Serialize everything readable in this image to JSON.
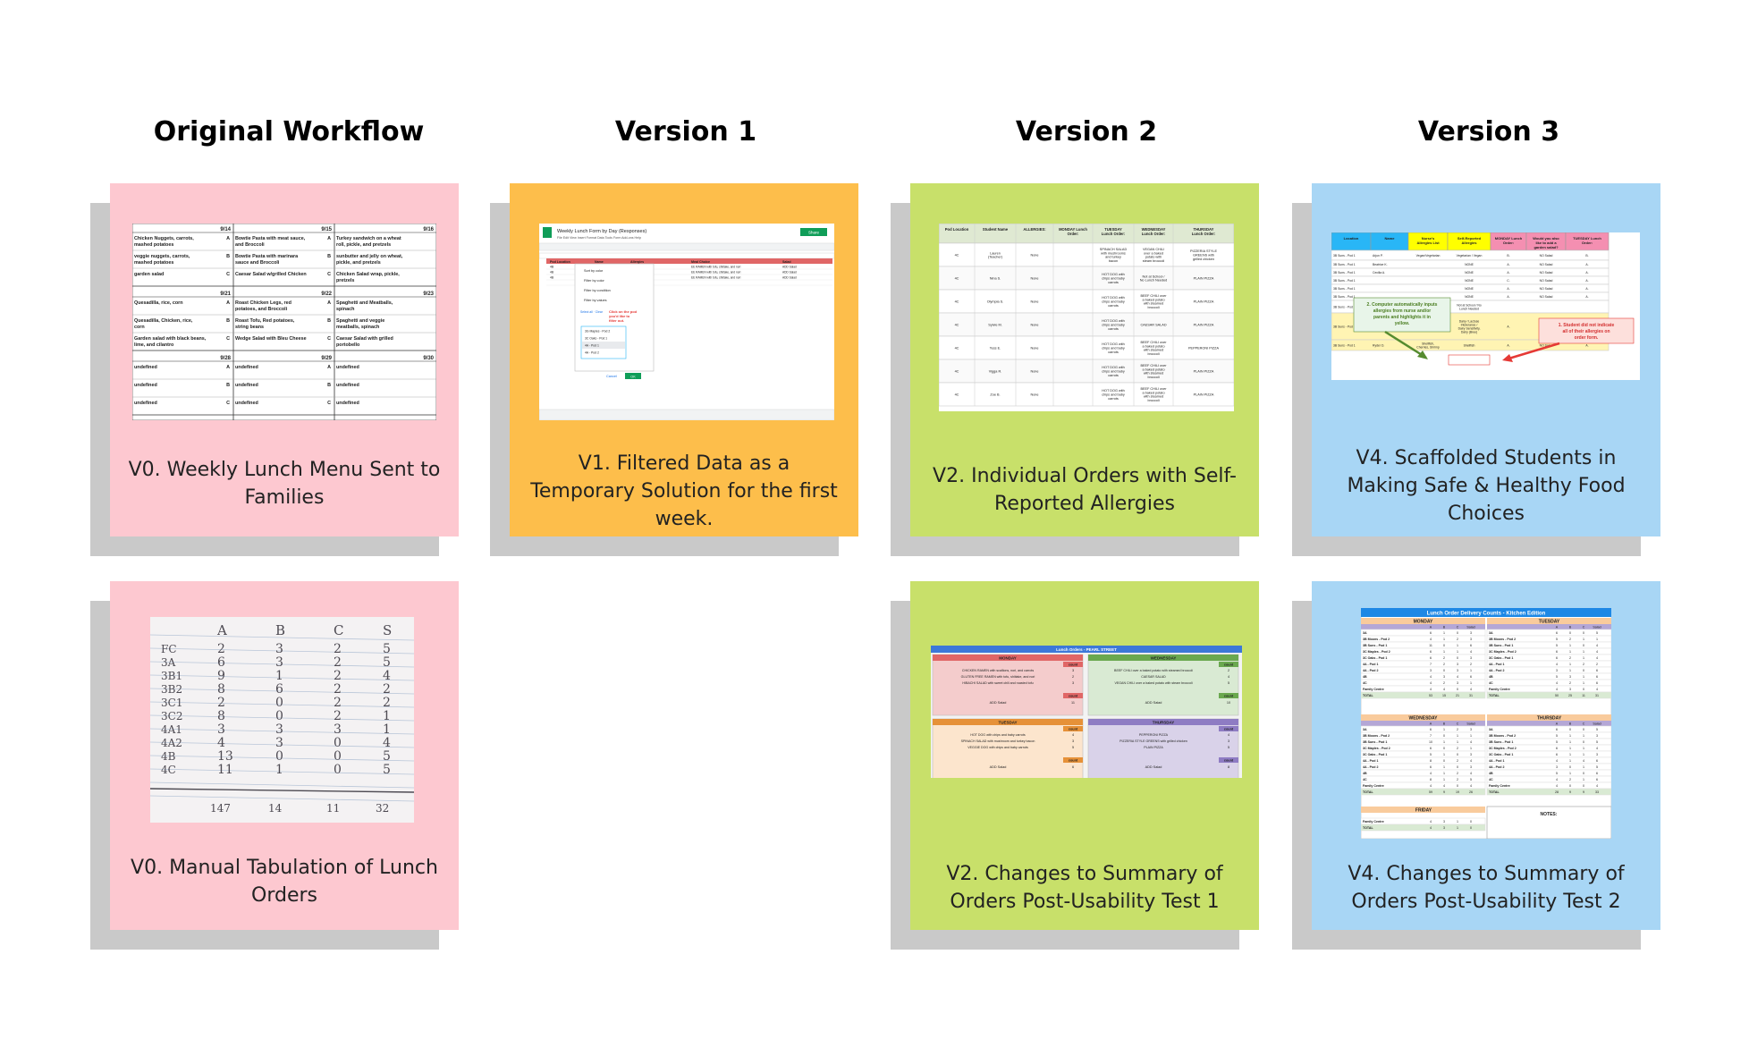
{
  "columns": [
    {
      "title": "Original Workflow"
    },
    {
      "title": "Version 1"
    },
    {
      "title": "Version 2"
    },
    {
      "title": "Version 3"
    }
  ],
  "cards": {
    "v0_menu": {
      "caption": "V0. Weekly Lunch Menu Sent to Families",
      "color": "#fdc8d0"
    },
    "v1_filter": {
      "caption": "V1. Filtered Data as a Temporary Solution for the first week.",
      "color": "#fdbe4b"
    },
    "v2_orders": {
      "caption": "V2. Individual Orders with Self-Reported Allergies",
      "color": "#c8e06a"
    },
    "v4_scaffold": {
      "caption": "V4. Scaffolded Students in Making Safe & Healthy Food Choices",
      "color": "#a8d6f5"
    },
    "v0_manual": {
      "caption": "V0. Manual Tabulation of Lunch Orders",
      "color": "#fdc8d0"
    },
    "v2_summary": {
      "caption": "V2. Changes to Summary of Orders Post-Usability Test 1",
      "color": "#c8e06a"
    },
    "v4_summary": {
      "caption": "V4. Changes to Summary of Orders Post-Usability Test 2",
      "color": "#a8d6f5"
    }
  },
  "thumbnails": {
    "menu": {
      "dates": [
        "9/14",
        "9/15",
        "9/16",
        "9/21",
        "9/22",
        "9/23",
        "9/28",
        "9/29",
        "9/30"
      ],
      "items": [
        "Chicken Nuggets, carrots, mashed potatoes",
        "Bowtie Pasta with meat sauce, and Broccoli",
        "Turkey sandwich on a wheat roll, pickle, and pretzels",
        "veggie nuggets, carrots, mashed potatoes",
        "Bowtie Pasta with marinara sauce and Broccoli",
        "sunbutter and jelly on wheat, pickle, and pretzels",
        "garden salad",
        "Caesar Salad w/grilled Chicken",
        "Chicken Salad wrap, pickle, pretzels",
        "Quesadilla, rice, corn",
        "Roast Chicken Legs, red potatoes, and Broccoli",
        "Spaghetti and Meatballs, spinach",
        "Quesadilla, Chicken, rice, corn",
        "Roast Tofu, Red potatoes, string beans",
        "Spaghetti and veggie meatballs, spinach",
        "Garden salad with black beans, lime, and cilantro",
        "Wedge Salad with Bleu Cheese",
        "Caesar Salad with grilled portobello"
      ]
    },
    "filter": {
      "sheet_title": "Weekly Lunch Form by Day (Responses)",
      "share": "Share",
      "menu_items": [
        "Sort by color",
        "Filter by color",
        "Filter by condition",
        "Filter by values"
      ],
      "select_all": "Select all · Clear",
      "options": [
        "3G Maples - Pod 2",
        "3C Oaks - Pod 1",
        "4A - Pod 1",
        "4A - Pod 2"
      ],
      "hint": "Click on the pod you'd like to filter out.",
      "cancel": "Cancel",
      "ok": "OK",
      "headers": [
        "Pod Location",
        "Name",
        "Allergies",
        "Meal Choice",
        "Salad"
      ]
    },
    "orders": {
      "headers": [
        "Pod Location",
        "Student Name",
        "ALLERGIES:",
        "MONDAY Lunch Order:",
        "TUESDAY Lunch Order:",
        "WEDNESDAY Lunch Order:",
        "THURSDAY Lunch Order:"
      ],
      "rows": [
        [
          "4C",
          "Lauren (Teacher)",
          "None",
          "",
          "SPINACH SALAD with mushrooms and turkey bacon",
          "VEGAN CHILI over a baked potato with steam broccoli",
          "PIZZERIA STYLE GREENS with grilled chicken"
        ],
        [
          "4C",
          "Nina S.",
          "None",
          "",
          "HOT DOG with chips and baby carrots",
          "Not at School / No Lunch Needed",
          "PLAIN PIZZA"
        ],
        [
          "4C",
          "Olympia S.",
          "None",
          "",
          "HOT DOG with chips and baby carrots",
          "BEEF CHILI over a baked potato with steamed broccoli",
          "PLAIN PIZZA"
        ],
        [
          "4C",
          "Sylvie M.",
          "None",
          "",
          "HOT DOG with chips and baby carrots",
          "CAESAR SALAD",
          "PLAIN PIZZA"
        ],
        [
          "4C",
          "Tess E.",
          "None",
          "",
          "HOT DOG with chips and baby carrots",
          "BEEF CHILI over a baked potato with steamed broccoli",
          "PEPPERONI PIZZA"
        ],
        [
          "4C",
          "Vigga R.",
          "None",
          "",
          "HOT DOG with chips and baby carrots",
          "BEEF CHILI over a baked potato with steamed broccoli",
          "PLAIN PIZZA"
        ],
        [
          "4C",
          "Zoe B.",
          "None",
          "",
          "HOT DOG with chips and baby carrots",
          "BEEF CHILI over a baked potato with steamed broccoli",
          "PLAIN PIZZA"
        ]
      ]
    },
    "scaffold": {
      "headers": [
        "Location",
        "Name",
        "Nurse's Allergies List",
        "Self-Reported Allergies",
        "MONDAY Lunch Order:",
        "Would you also like to add a garden salad?",
        "TUESDAY Lunch Order:"
      ],
      "rows": [
        [
          "3B Suns - Pod 1",
          "Arjun P.",
          "Vegan/Vegetarian",
          "Vegetarian / Vegan",
          "B.",
          "NO Salad",
          "B."
        ],
        [
          "3B Suns - Pod 1",
          "Beatrice K.",
          "",
          "NONE",
          "A.",
          "NO Salad",
          "A."
        ],
        [
          "3B Suns - Pod 1",
          "Cecilia A.",
          "",
          "NONE",
          "A.",
          "NO Salad",
          "A."
        ],
        [
          "3B Suns - Pod 1",
          "",
          "",
          "NONE",
          "C.",
          "NO Salad",
          "A."
        ],
        [
          "3B Suns - Pod 1",
          "",
          "",
          "NONE",
          "A.",
          "NO Salad",
          "A."
        ],
        [
          "3B Suns - Pod 1",
          "",
          "",
          "NONE",
          "A.",
          "NO Salad",
          "A."
        ],
        [
          "3B Suns - Pod 1",
          "",
          "",
          "Not at School / No Lunch Needed",
          "",
          "",
          ""
        ],
        [
          "3B Suns - Pod 1",
          "Ramsey",
          "Dairy, Lactose Intolerant",
          "Dairy / Lactose Intolerance / Dairy Sensitivity, Dairy (Bree)",
          "A.",
          "NO Salad",
          "B."
        ],
        [
          "3B Suns - Pod 1",
          "Ryder D.",
          "Shellfish, Cherries, Shrimp",
          "Shellfish",
          "A.",
          "NO Salad",
          "A."
        ]
      ],
      "callout_green": "2. Computer automatically inputs allergies from nurse and/or parents and highlights it in yellow.",
      "callout_red": "1. Student did not indicate all of their allergies on order form."
    },
    "tally": {
      "headers": [
        "A",
        "B",
        "C",
        "S"
      ],
      "rows": [
        [
          "FC",
          "2",
          "3",
          "2",
          "5"
        ],
        [
          "3A",
          "6",
          "3",
          "2",
          "5"
        ],
        [
          "3B1",
          "9",
          "1",
          "2",
          "4"
        ],
        [
          "3B2",
          "8",
          "6",
          "2",
          "2"
        ],
        [
          "3C1",
          "2",
          "0",
          "2",
          "2"
        ],
        [
          "3C2",
          "8",
          "0",
          "2",
          "1"
        ],
        [
          "4A1",
          "3",
          "3",
          "3",
          "1"
        ],
        [
          "4A2",
          "4",
          "3",
          "0",
          "4"
        ],
        [
          "4B",
          "13",
          "0",
          "0",
          "5"
        ],
        [
          "4C",
          "11",
          "1",
          "0",
          "5"
        ]
      ],
      "totals": [
        "147",
        "14",
        "11",
        "32"
      ]
    },
    "summary": {
      "title": "Lunch Orders - PEARL STREET",
      "count_label": "count",
      "days": [
        {
          "name": "MONDAY",
          "color": "#e06666",
          "items": [
            "CHICKEN RAMEN with scallions, nori, and carrots",
            "GLUTEN FREE RAMEN with tofu, shiitake, and nori",
            "HIBACHI SALAD with sweet chili and roasted tofu"
          ],
          "counts": [
            "3",
            "2",
            "3"
          ],
          "salad": "ADD Salad",
          "salad_count": "11"
        },
        {
          "name": "WEDNESDAY",
          "color": "#6aa84f",
          "items": [
            "BEEF CHILI over a baked potato with steamed broccoli",
            "CAESAR SALAD",
            "VEGAN CHILI over a baked potato with steam broccoli"
          ],
          "counts": [
            "2",
            "4",
            "5"
          ],
          "salad": "ADD Salad",
          "salad_count": "10"
        },
        {
          "name": "TUESDAY",
          "color": "#e69138",
          "items": [
            "HOT DOG with chips and baby carrots",
            "SPINACH SALAD with mushroom and turkey bacon",
            "VEGGIE DOG with chips and baby carrots"
          ],
          "counts": [
            "4",
            "3",
            "5"
          ],
          "salad": "ADD Salad",
          "salad_count": "6"
        },
        {
          "name": "THURSDAY",
          "color": "#8e7cc3",
          "items": [
            "PEPPERONI PIZZA",
            "PIZZERIA STYLE GREENS with grilled chicken",
            "PLAIN PIZZA"
          ],
          "counts": [
            "4",
            "3",
            "5"
          ],
          "salad": "ADD Salad",
          "salad_count": "8"
        }
      ]
    },
    "kitchen": {
      "title": "Lunch Order Delivery Counts - Kitchen Edition",
      "col_headers": [
        "A",
        "B",
        "C",
        "Salad"
      ],
      "pods": [
        "3A",
        "3B Moons - Pod 2",
        "3B Suns - Pod 1",
        "3C Maples - Pod 2",
        "3C Oaks - Pod 1",
        "4A - Pod 1",
        "4A - Pod 2",
        "4B",
        "4C",
        "Family Centre",
        "TOTAL"
      ],
      "days": [
        {
          "name": "MONDAY",
          "rows": [
            [
              "6",
              "1",
              "0",
              "3"
            ],
            [
              "4",
              "1",
              "2",
              "3"
            ],
            [
              "11",
              "0",
              "1",
              "6"
            ],
            [
              "6",
              "1",
              "1",
              "4"
            ],
            [
              "6",
              "2",
              "0",
              "3"
            ],
            [
              "7",
              "2",
              "3",
              "2"
            ],
            [
              "3",
              "0",
              "3",
              "1"
            ],
            [
              "4",
              "3",
              "4",
              "6"
            ],
            [
              "4",
              "2",
              "3",
              "1"
            ],
            [
              "4",
              "4",
              "0",
              "4"
            ],
            [
              "53",
              "15",
              "21",
              "31"
            ]
          ]
        },
        {
          "name": "TUESDAY",
          "rows": [
            [
              "6",
              "0",
              "0",
              "5"
            ],
            [
              "5",
              "2",
              "1",
              "1"
            ],
            [
              "5",
              "1",
              "0",
              "4"
            ],
            [
              "6",
              "1",
              "1",
              "4"
            ],
            [
              "6",
              "2",
              "1",
              "4"
            ],
            [
              "4",
              "1",
              "2",
              "2"
            ],
            [
              "3",
              "1",
              "0",
              "6"
            ],
            [
              "5",
              "3",
              "1",
              "6"
            ],
            [
              "4",
              "2",
              "1",
              "6"
            ],
            [
              "4",
              "3",
              "0",
              "4"
            ],
            [
              "50",
              "25",
              "11",
              "31"
            ]
          ]
        },
        {
          "name": "WEDNESDAY",
          "rows": [
            [
              "6",
              "1",
              "2",
              "3"
            ],
            [
              "7",
              "0",
              "1",
              "1"
            ],
            [
              "10",
              "1",
              "1",
              "4"
            ],
            [
              "6",
              "0",
              "2",
              "1"
            ],
            [
              "5",
              "1",
              "0",
              "3"
            ],
            [
              "8",
              "0",
              "2",
              "4"
            ],
            [
              "6",
              "1",
              "0",
              "3"
            ],
            [
              "4",
              "1",
              "2",
              "4"
            ],
            [
              "8",
              "1",
              "2",
              "5"
            ],
            [
              "4",
              "4",
              "0",
              "4"
            ],
            [
              "59",
              "9",
              "19",
              "26"
            ]
          ]
        },
        {
          "name": "THURSDAY",
          "rows": [
            [
              "6",
              "0",
              "0",
              "5"
            ],
            [
              "5",
              "1",
              "1",
              "3"
            ],
            [
              "5",
              "1",
              "0",
              "5"
            ],
            [
              "6",
              "1",
              "1",
              "4"
            ],
            [
              "6",
              "1",
              "1",
              "3"
            ],
            [
              "4",
              "1",
              "4",
              "6"
            ],
            [
              "3",
              "0",
              "1",
              "5"
            ],
            [
              "5",
              "1",
              "0",
              "6"
            ],
            [
              "4",
              "2",
              "1",
              "6"
            ],
            [
              "4",
              "0",
              "0",
              "4"
            ],
            [
              "28",
              "9",
              "9",
              "33"
            ]
          ]
        }
      ],
      "friday": "FRIDAY",
      "friday_rows": [
        [
          "Family Centre",
          "4",
          "3",
          "1",
          "0"
        ],
        [
          "TOTAL",
          "4",
          "3",
          "1",
          "0"
        ]
      ],
      "notes": "NOTES:"
    }
  }
}
